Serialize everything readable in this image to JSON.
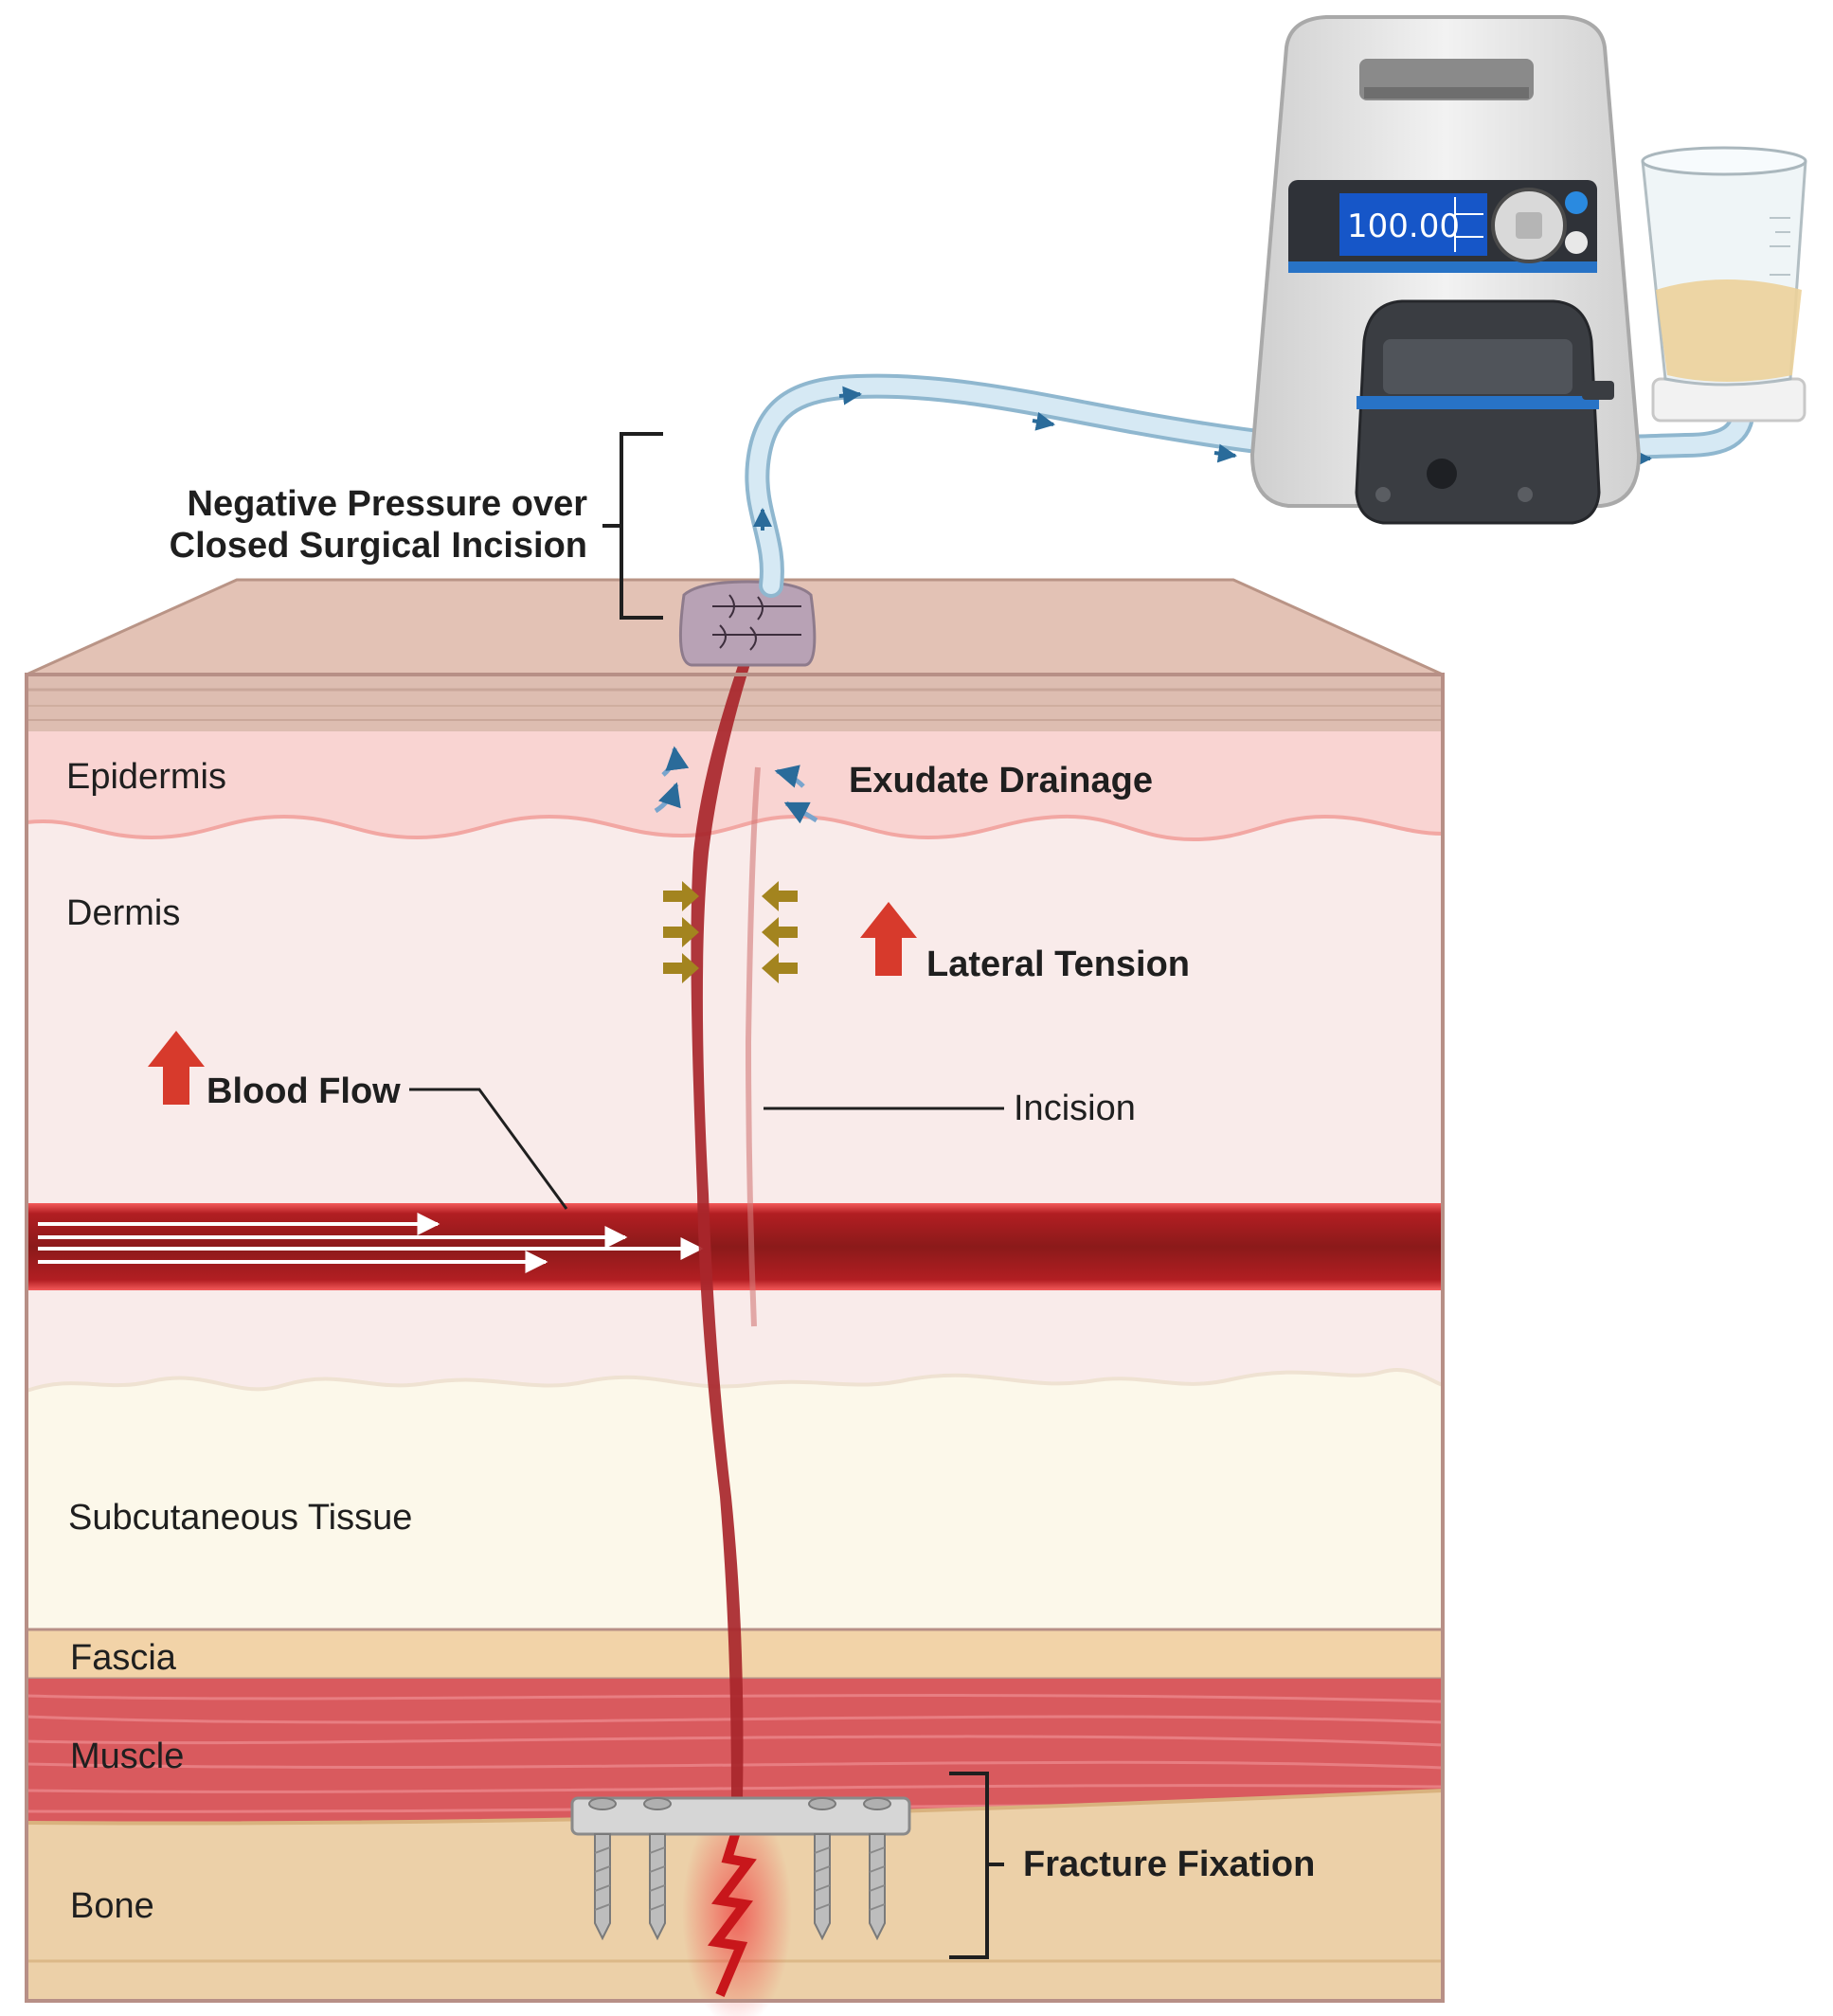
{
  "annotations": {
    "npwt": [
      "Negative Pressure over",
      "Closed Surgical Incision"
    ],
    "exudate": "Exudate Drainage",
    "lateral_tension": "Lateral Tension",
    "blood_flow": "Blood Flow",
    "incision": "Incision",
    "fracture_fixation": "Fracture Fixation"
  },
  "layers": {
    "epidermis": "Epidermis",
    "dermis": "Dermis",
    "subcutaneous": "Subcutaneous Tissue",
    "fascia": "Fascia",
    "muscle": "Muscle",
    "bone": "Bone"
  },
  "pump": {
    "display_value": "100.00"
  },
  "colors": {
    "skin_top": "#e3c2b5",
    "epidermis": "#f9d4d2",
    "dermis": "#f9ebea",
    "subcutaneous": "#fcf8ea",
    "fascia": "#f2d3a8",
    "muscle": "#d95a5e",
    "bone": "#ecd0a8",
    "vessel": "#8b1a1a",
    "incision": "#a8262b",
    "increase_arrow": "#d73a2c",
    "tension_arrow": "#a3841f",
    "tubing": "#b7d6e9",
    "dressing": "#b8a2b5"
  }
}
